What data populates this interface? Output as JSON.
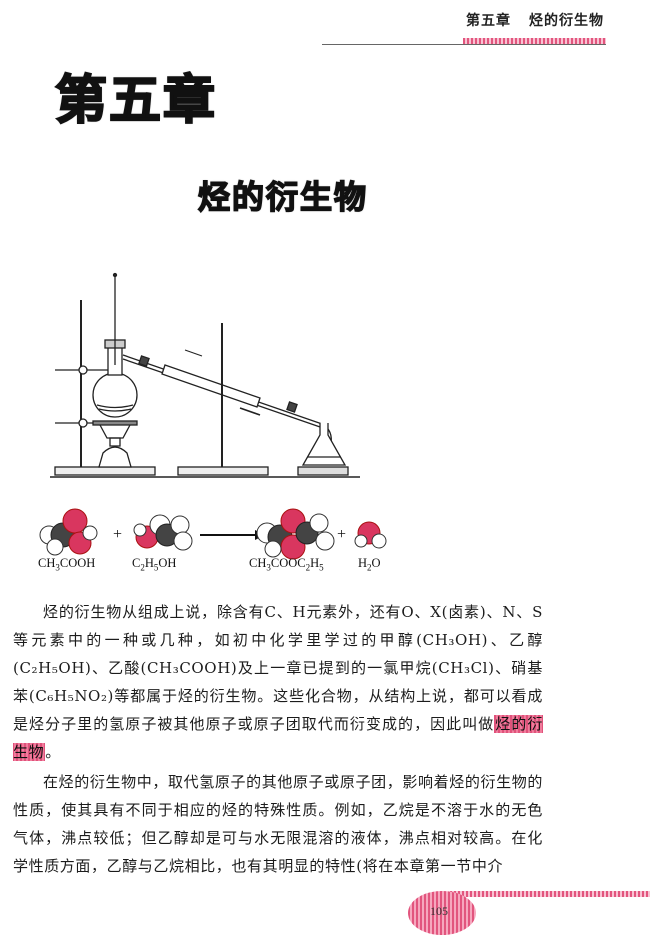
{
  "header": {
    "chapter": "第五章",
    "section": "烃的衍生物"
  },
  "title": {
    "chapter": "第五章",
    "section": "烃的衍生物"
  },
  "figure": {
    "apparatus": "distillation-apparatus",
    "reaction": {
      "reactants": [
        "CH3COOH",
        "C2H5OH"
      ],
      "products": [
        "CH3COOC2H5",
        "H2O"
      ],
      "plus": "+",
      "arrow": "→"
    }
  },
  "paragraphs": [
    {
      "text_before": "烃的衍生物从组成上说，除含有C、H元素外，还有O、X(卤素)、N、S等元素中的一种或几种，如初中化学里学过的甲醇(CH₃OH)、乙醇(C₂H₅OH)、乙酸(CH₃COOH)及上一章已提到的一氯甲烷(CH₃Cl)、硝基苯(C₆H₅NO₂)等都属于烃的衍生物。这些化合物，从结构上说，都可以看成是烃分子里的氢原子被其他原子或原子团取代而衍变成的，因此叫做",
      "term": "烃的衍生物",
      "text_after": "。"
    },
    {
      "text": "在烃的衍生物中，取代氢原子的其他原子或原子团，影响着烃的衍生物的性质，使其具有不同于相应的烃的特殊性质。例如，乙烷是不溶于水的无色气体，沸点较低；但乙醇却是可与水无限混溶的液体，沸点相对较高。在化学性质方面，乙醇与乙烷相比，也有其明显的特性(将在本章第一节中介"
    }
  ],
  "footer": {
    "page_number": "105"
  },
  "colors": {
    "accent": "#e2557e",
    "accent_light": "#f9c2d2",
    "text": "#1c1c1c"
  }
}
